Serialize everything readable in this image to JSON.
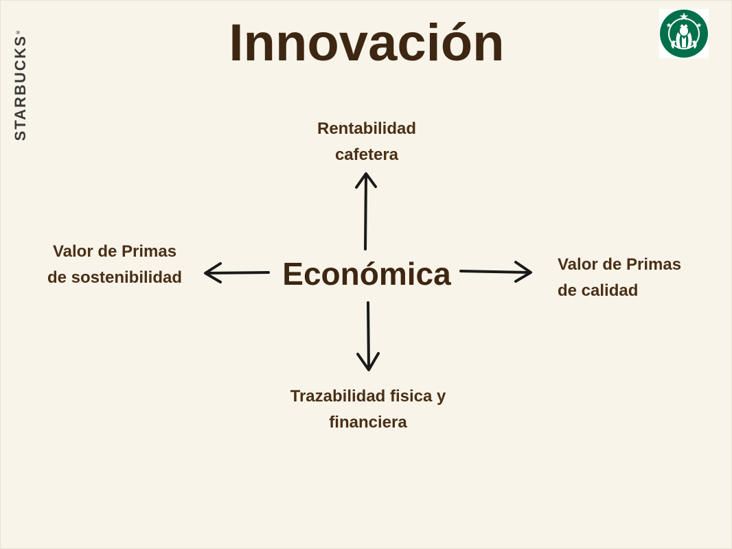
{
  "brand": {
    "vertical_text": "STARBUCKS",
    "registered_mark": "®",
    "logo_icon": "starbucks-siren-logo",
    "colors": {
      "logo_green": "#00704a",
      "background": "#f8f4e9",
      "text_brown": "#3d2612",
      "arrow": "#1a1a1a"
    }
  },
  "title": "Innovación",
  "diagram": {
    "center": "Económica",
    "top": [
      "Rentabilidad",
      "cafetera"
    ],
    "left": [
      "Valor de Primas",
      "de sostenibilidad"
    ],
    "right": [
      "Valor de Primas",
      "de calidad"
    ],
    "bottom": [
      "Trazabilidad fisica y",
      "financiera"
    ]
  }
}
